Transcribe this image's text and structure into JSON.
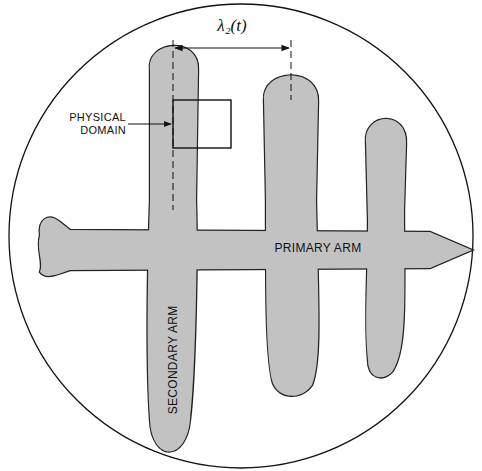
{
  "diagram": {
    "labels": [
      "λ₂(t)",
      "PHYSICAL DOMAIN",
      "SECONDARY ARM",
      "PRIMARY ARM"
    ]
  }
}
